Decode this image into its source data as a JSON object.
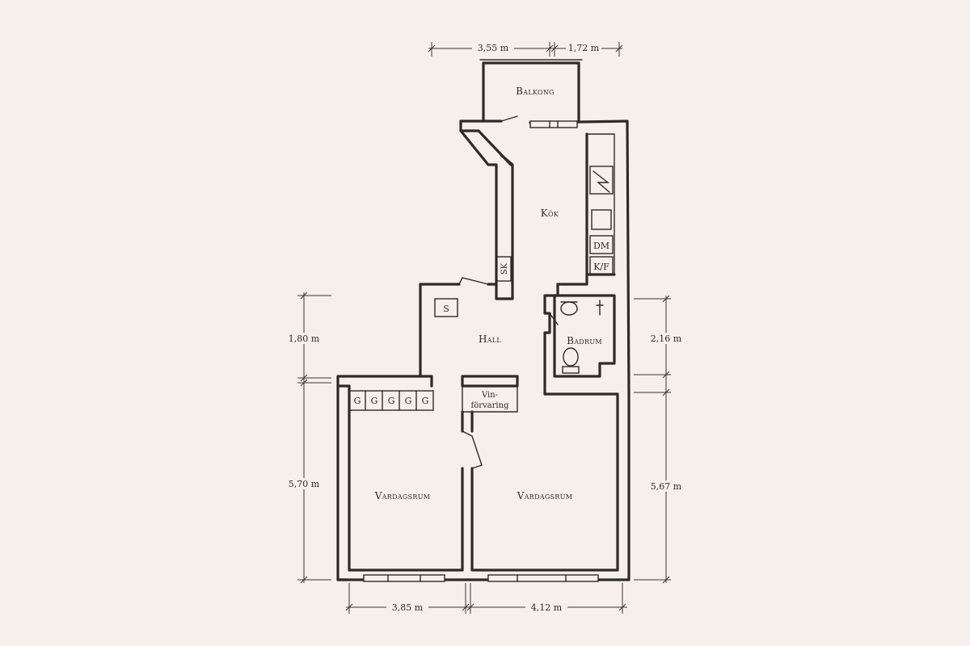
{
  "rooms": {
    "balcony": "Balkong",
    "kitchen": "Kök",
    "hall": "Hall",
    "bathroom": "Badrum",
    "living_left": "Vardagsrum",
    "living_right": "Vardagsrum",
    "wine_storage_line1": "Vin-",
    "wine_storage_line2": "förvaring"
  },
  "fixtures": {
    "dishwasher": "DM",
    "fridge_freezer": "K/F",
    "cabinet": "SK",
    "storage": "S",
    "wardrobe": [
      "G",
      "G",
      "G",
      "G",
      "G"
    ]
  },
  "dimensions": {
    "top_left": "3,55 m",
    "top_right": "1,72 m",
    "left_upper": "1,80 m",
    "left_lower": "5,70 m",
    "right_upper": "2,16 m",
    "right_lower": "5,67 m",
    "bottom_left": "3,85 m",
    "bottom_right": "4,12 m"
  },
  "colors": {
    "background": "#f6efec",
    "ink": "#2e2a28"
  }
}
